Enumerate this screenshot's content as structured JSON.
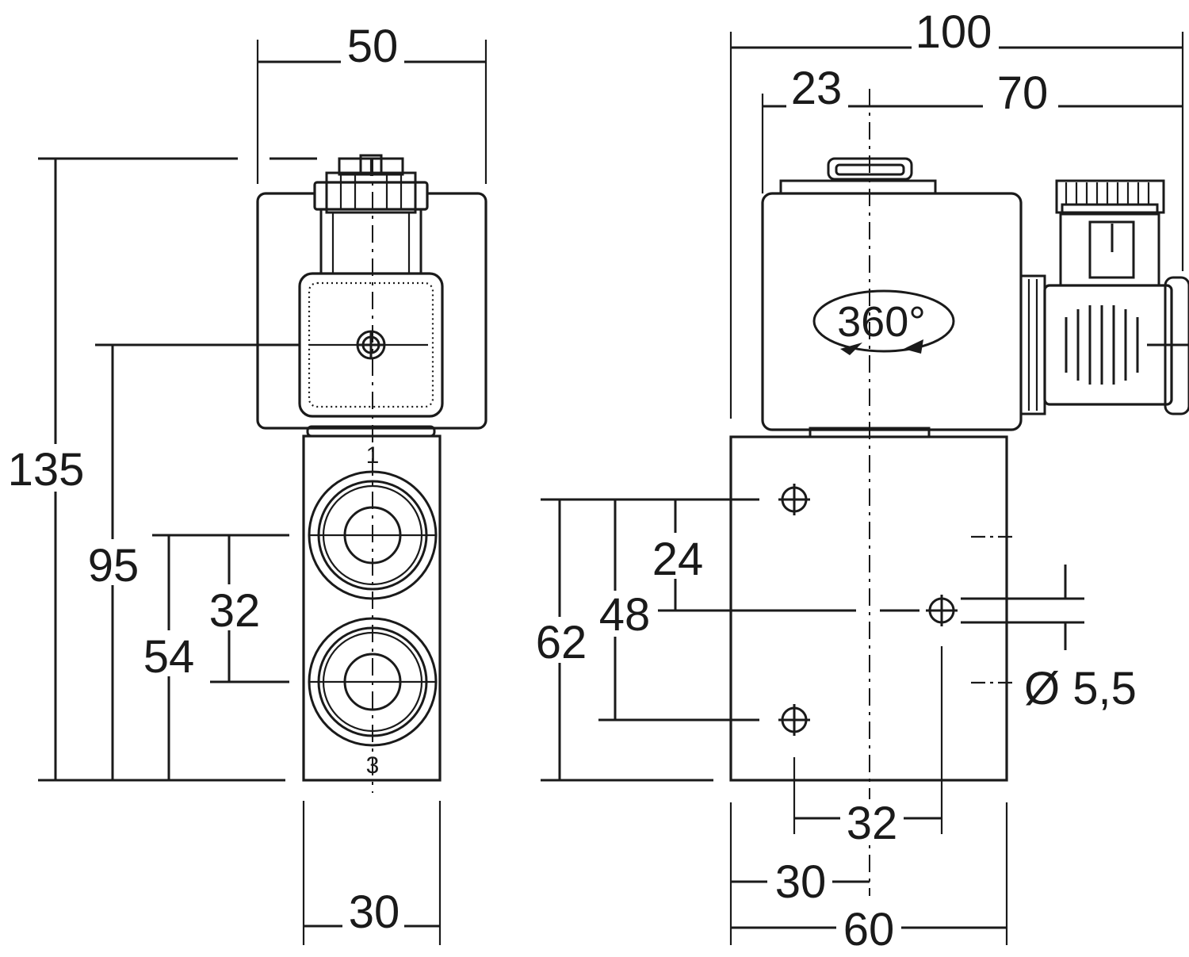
{
  "front_view": {
    "dim_top": "50",
    "dim_height_total": "135",
    "dim_height_connector": "95",
    "dim_height_ports": "54",
    "dim_port_spacing": "32",
    "dim_bottom": "30",
    "port_upper": "1",
    "port_lower": "3"
  },
  "side_view": {
    "dim_top_total": "100",
    "dim_coil_offset": "23",
    "dim_connector": "70",
    "rotation_label": "360°",
    "dim_hole_24": "24",
    "dim_hole_48": "48",
    "dim_hole_62": "62",
    "hole_diameter": "Ø 5,5",
    "dim_hole_spacing": "32",
    "dim_half_width": "30",
    "dim_width": "60"
  }
}
